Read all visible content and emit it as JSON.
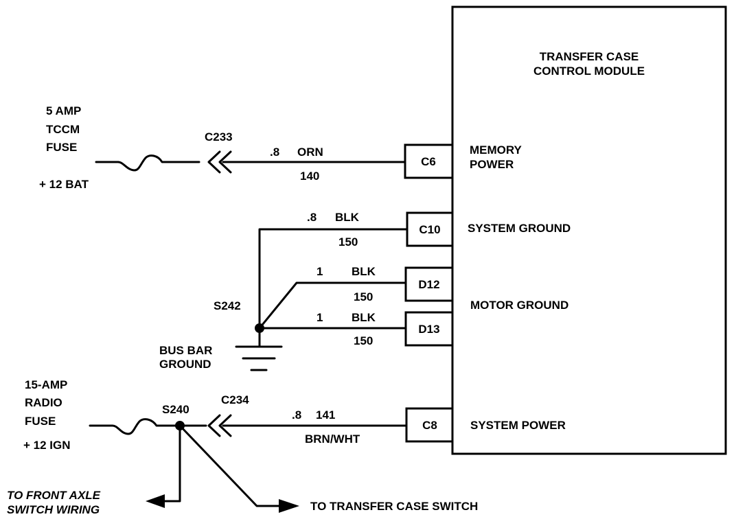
{
  "module": {
    "title_line1": "TRANSFER CASE",
    "title_line2": "CONTROL MODULE"
  },
  "pins": {
    "c6": {
      "id": "C6",
      "label_line1": "MEMORY",
      "label_line2": "POWER"
    },
    "c10": {
      "id": "C10",
      "label": "SYSTEM GROUND"
    },
    "d12": {
      "id": "D12"
    },
    "d13": {
      "id": "D13"
    },
    "motor_ground": "MOTOR GROUND",
    "c8": {
      "id": "C8",
      "label": "SYSTEM POWER"
    }
  },
  "fuse_tccm": {
    "line1": "5 AMP",
    "line2": "TCCM",
    "line3": "FUSE",
    "supply": "+ 12 BAT"
  },
  "fuse_radio": {
    "line1": "15-AMP",
    "line2": "RADIO",
    "line3": "FUSE",
    "supply": "+ 12 IGN"
  },
  "connectors": {
    "c233": "C233",
    "c234": "C234"
  },
  "splices": {
    "s242": "S242",
    "s240": "S240"
  },
  "wires": {
    "memory_power": {
      "gauge": ".8",
      "color": "ORN",
      "circuit": "140"
    },
    "system_ground": {
      "gauge": ".8",
      "color": "BLK",
      "circuit": "150"
    },
    "motor_ground_d12": {
      "gauge": "1",
      "color": "BLK",
      "circuit": "150"
    },
    "motor_ground_d13": {
      "gauge": "1",
      "color": "BLK",
      "circuit": "150"
    },
    "system_power": {
      "gauge": ".8",
      "circuit": "141",
      "color": "BRN/WHT"
    }
  },
  "ground": {
    "line1": "BUS BAR",
    "line2": "GROUND"
  },
  "destinations": {
    "front_axle_line1": "TO FRONT AXLE",
    "front_axle_line2": "SWITCH WIRING",
    "transfer_case_switch": "TO TRANSFER CASE SWITCH"
  }
}
